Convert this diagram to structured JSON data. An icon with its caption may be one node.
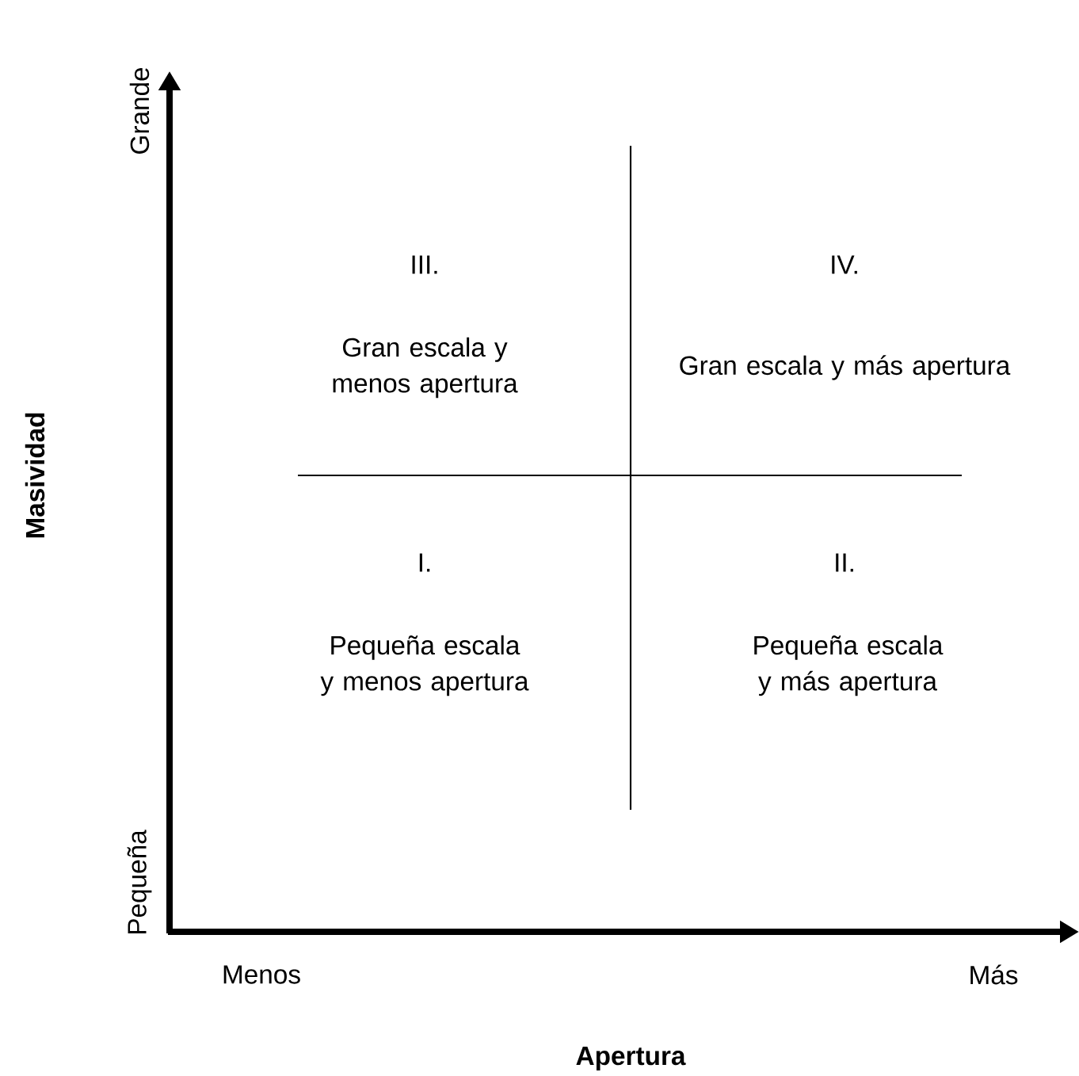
{
  "diagram": {
    "labels": [
      "Grande",
      "III.",
      "Gran escala y menos apertura",
      "IV.",
      "Gran escala y más apertura",
      "Masividad",
      "I.",
      "Pequeña escala y menos apertura",
      "II.",
      "Pequeña escala y más apertura",
      "Pequeña",
      "Menos",
      "Más",
      "Apertura"
    ]
  }
}
